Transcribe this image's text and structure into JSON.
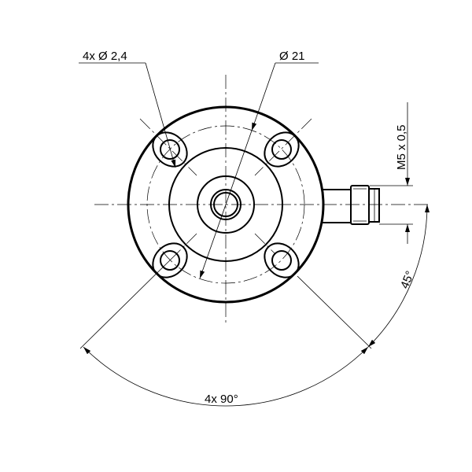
{
  "labels": {
    "hole_callout": "4x Ø  2,4",
    "bolt_circle_dia": "Ø  21",
    "thread": "M5 x 0,5",
    "connector_angle": "45°",
    "hole_spacing": "4x  90°"
  },
  "colors": {
    "line": "#000000",
    "background": "#ffffff"
  }
}
